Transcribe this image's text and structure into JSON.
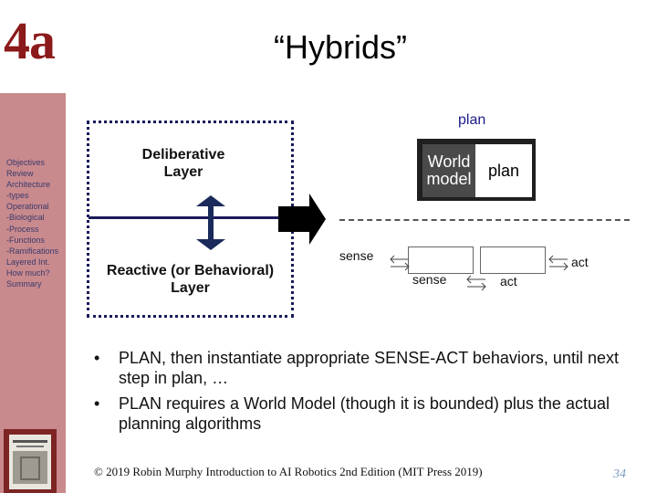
{
  "header": {
    "chapter_number": "4a",
    "title": "“Hybrids”"
  },
  "sidebar": {
    "items": [
      "Objectives",
      "Review",
      "Architecture",
      "-types",
      "Operational",
      "-Biological",
      "-Process",
      "-Functions",
      "-Ramifications",
      "Layered Int.",
      "How much?",
      "Summary"
    ]
  },
  "diagram": {
    "deliberative_label": "Deliberative Layer",
    "reactive_label": "Reactive (or Behavioral) Layer",
    "plan_top_label": "plan",
    "world_model_label": "World model",
    "plan_cell_label": "plan",
    "sense_main": "sense",
    "act_main": "act",
    "sense_front": "sense",
    "act_front": "act"
  },
  "bullets": [
    "PLAN, then instantiate appropriate SENSE-ACT behaviors, until next step in plan, …",
    "PLAN requires a World Model (though it is bounded) plus the actual planning algorithms"
  ],
  "footer": {
    "copyright": "© 2019 Robin Murphy Introduction to AI Robotics 2nd Edition (MIT Press 2019)",
    "page_number": "34"
  }
}
